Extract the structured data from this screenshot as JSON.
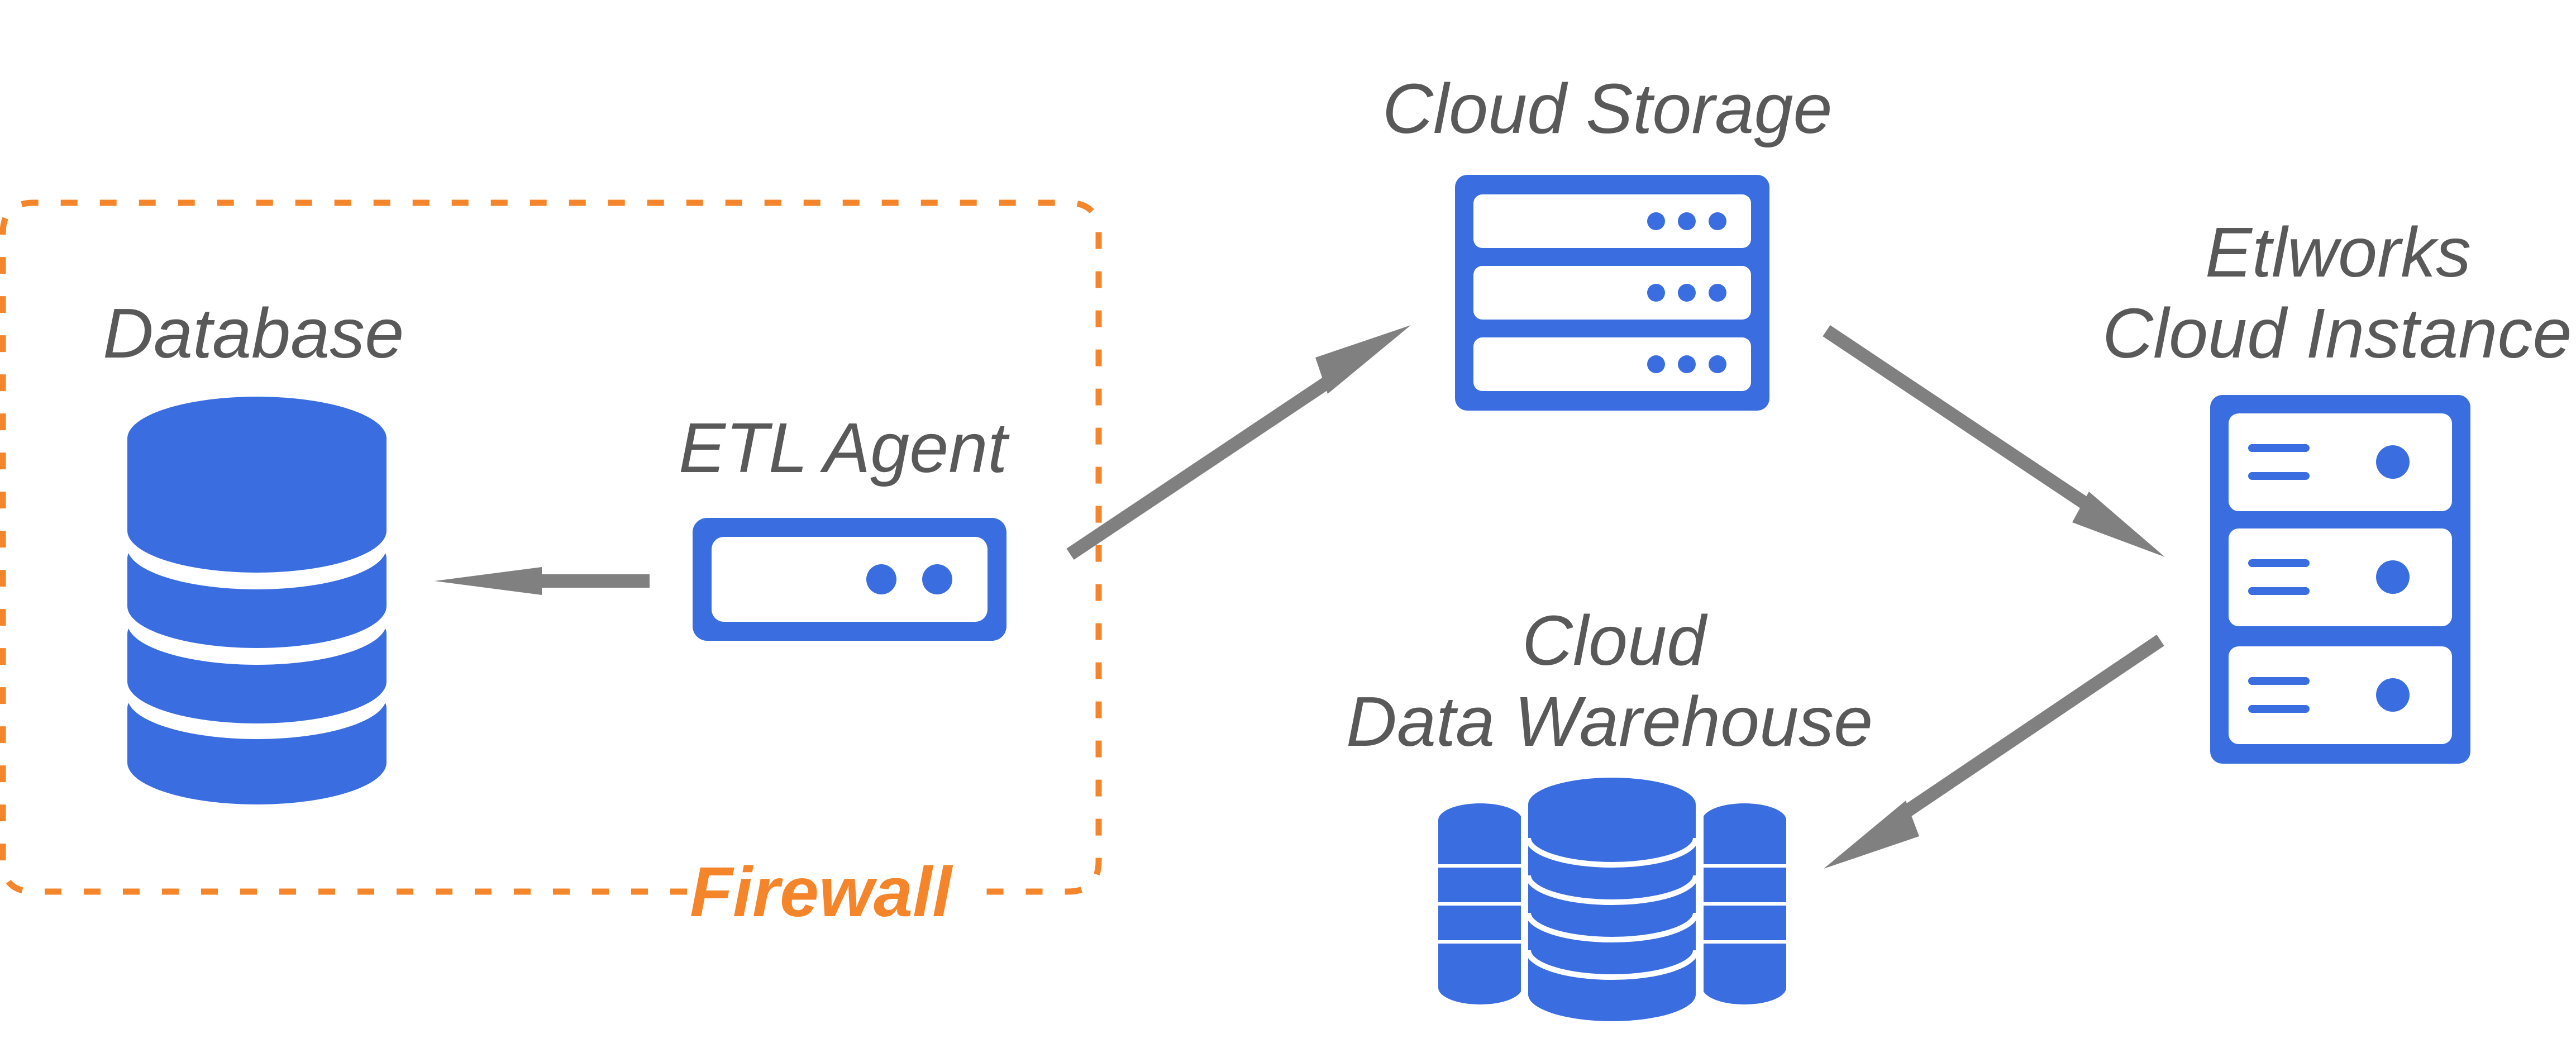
{
  "colors": {
    "icon": "#3a6ee0",
    "arrow": "#808080",
    "firewall": "#f4852b",
    "text": "#595959"
  },
  "labels": {
    "database": "Database",
    "etl_agent": "ETL Agent",
    "cloud_storage": "Cloud Storage",
    "etlworks_line1": "Etlworks",
    "etlworks_line2": "Cloud Instance",
    "warehouse_line1": "Cloud",
    "warehouse_line2": "Data Warehouse",
    "firewall": "Firewall"
  },
  "icons": {
    "database": "database-icon",
    "etl_agent": "server-icon",
    "cloud_storage": "storage-server-icon",
    "etlworks": "server-rack-icon",
    "warehouse": "multi-database-icon"
  }
}
